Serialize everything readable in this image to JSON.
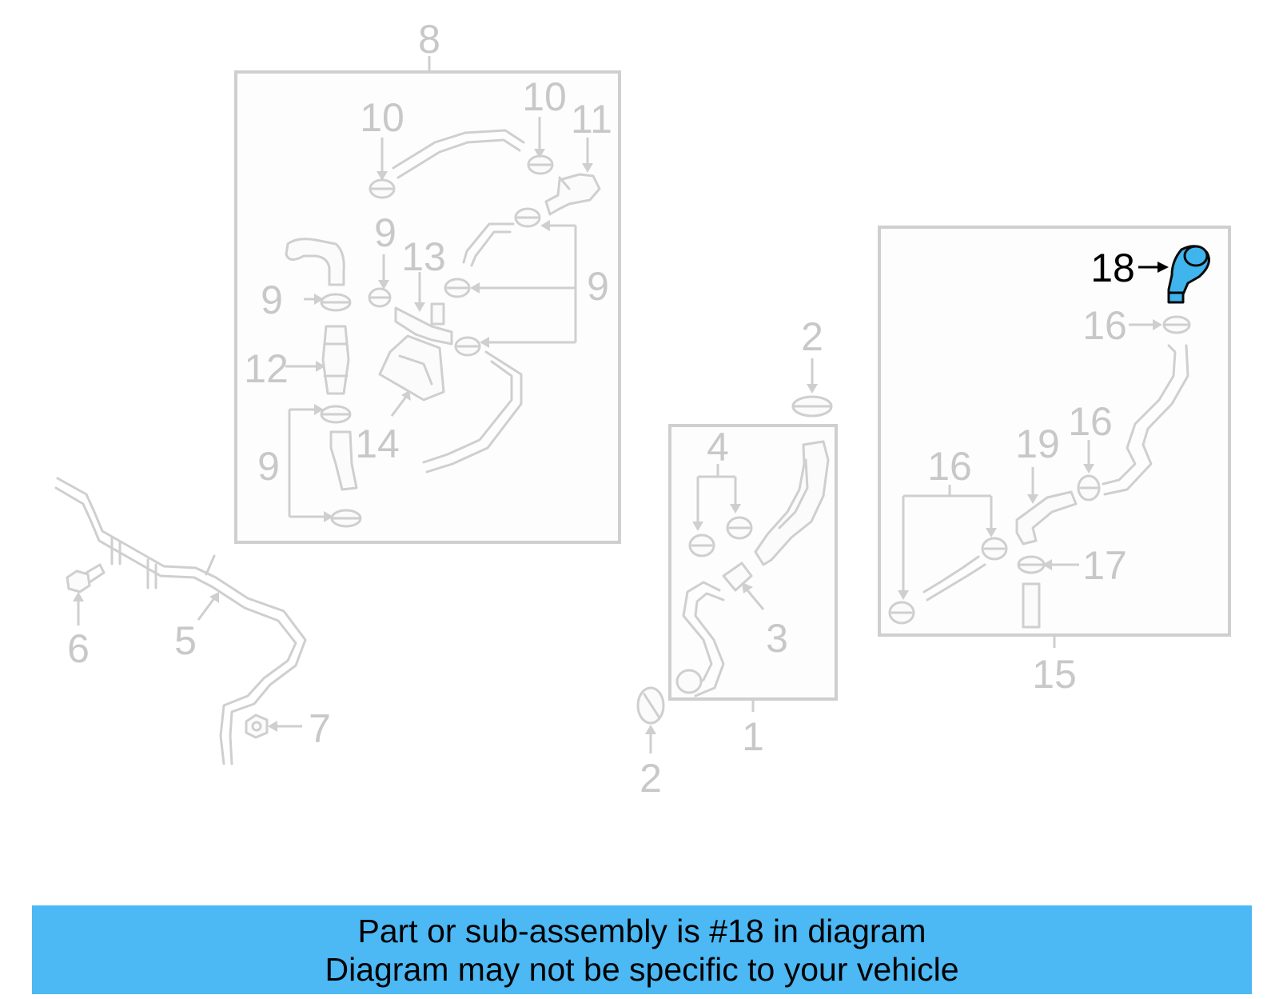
{
  "callouts": {
    "c1": "1",
    "c2a": "2",
    "c2b": "2",
    "c3": "3",
    "c4": "4",
    "c5": "5",
    "c6": "6",
    "c7": "7",
    "c8": "8",
    "c9a": "9",
    "c9b": "9",
    "c9c": "9",
    "c9d": "9",
    "c10a": "10",
    "c10b": "10",
    "c11": "11",
    "c12": "12",
    "c13": "13",
    "c14": "14",
    "c15": "15",
    "c16a": "16",
    "c16b": "16",
    "c16c": "16",
    "c17": "17",
    "c18": "18",
    "c19": "19"
  },
  "highlighted_part": "18",
  "colors": {
    "highlight": "#40b4ec",
    "banner": "#4cb8f4",
    "faded": "#cfcfcf"
  },
  "banner": {
    "line1": "Part or sub-assembly is #18 in diagram",
    "line2": "Diagram may not be specific to your vehicle"
  }
}
